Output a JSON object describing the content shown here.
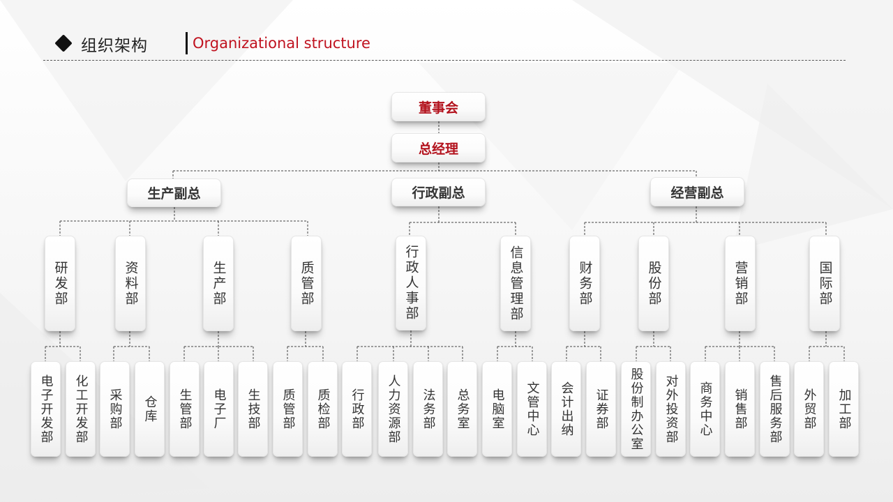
{
  "header": {
    "title": "组织架构",
    "subtitle": "Organizational structure"
  },
  "colors": {
    "accent": "#c0121f",
    "text": "#333333",
    "line": "#444444"
  },
  "org": {
    "board": "董事会",
    "gm": "总经理",
    "vps": {
      "production": "生产副总",
      "admin": "行政副总",
      "operations": "经营副总"
    },
    "depts": {
      "rd": "研发部",
      "materials": "资料部",
      "production": "生产部",
      "quality": "质管部",
      "hr": "行政人事部",
      "info": "信息管理部",
      "finance": "财务部",
      "shares": "股份部",
      "marketing": "营销部",
      "international": "国际部"
    },
    "units": {
      "rd_1": "电子开发部",
      "rd_2": "化工开发部",
      "mat_1": "采购部",
      "mat_2": "仓库",
      "prod_1": "生管部",
      "prod_2": "电子厂",
      "prod_3": "生技部",
      "qa_1": "质管部",
      "qa_2": "质检部",
      "hr_1": "行政部",
      "hr_2": "人力资源部",
      "hr_3": "法务部",
      "hr_4": "总务室",
      "info_1": "电脑室",
      "info_2": "文管中心",
      "fin_1": "会计出纳",
      "fin_2": "证券部",
      "sh_1": "股份制办公室",
      "sh_2": "对外投资部",
      "mk_1": "商务中心",
      "mk_2": "销售部",
      "mk_3": "售后服务部",
      "intl_1": "外贸部",
      "intl_2": "加工部"
    }
  }
}
